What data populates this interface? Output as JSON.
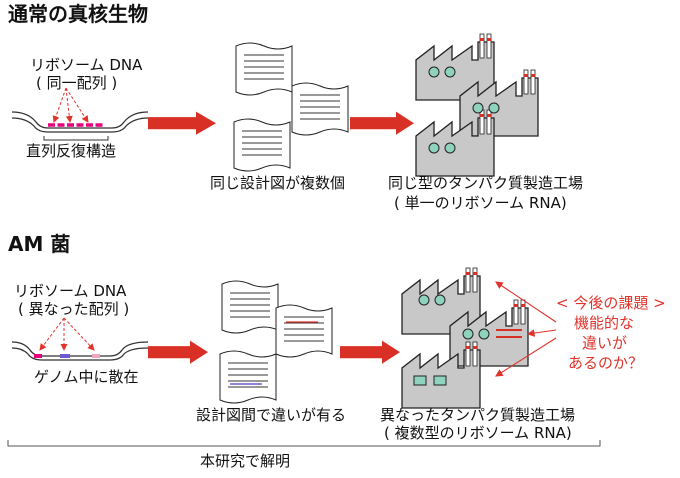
{
  "common": {
    "title": "通常の真核生物",
    "ribo_line1": "リボソーム DNA",
    "ribo_line2": "( 同一配列 )",
    "tandem": "直列反復構造",
    "blueprint": "同じ設計図が複数個",
    "factory_line1": "同じ型のタンパク質製造工場",
    "factory_line2": "( 単一のリボソーム RNA)"
  },
  "am": {
    "title": "AM 菌",
    "ribo_line1": "リボソーム DNA",
    "ribo_line2": "( 異なった配列 )",
    "scattered": "ゲノム中に散在",
    "blueprint": "設計図間で違いが有る",
    "factory_line1": "異なったタンパク質製造工場",
    "factory_line2": "( 複数型のリボソーム RNA)",
    "question": [
      "< 今後の課題 >",
      "機能的な",
      "違いが",
      "あるのか？"
    ],
    "bracket_label": "本研究で解明"
  },
  "colors": {
    "arrow": "#d93025",
    "accent_red": "#e0332b",
    "factory_fill": "#c8c8c8",
    "window_fill": "#8fd3bf",
    "chimney_stripe": "#d93025",
    "segment_magenta": "#e6007e",
    "segment_blue": "#6a5acd",
    "segment_pink": "#f4a3c3"
  }
}
